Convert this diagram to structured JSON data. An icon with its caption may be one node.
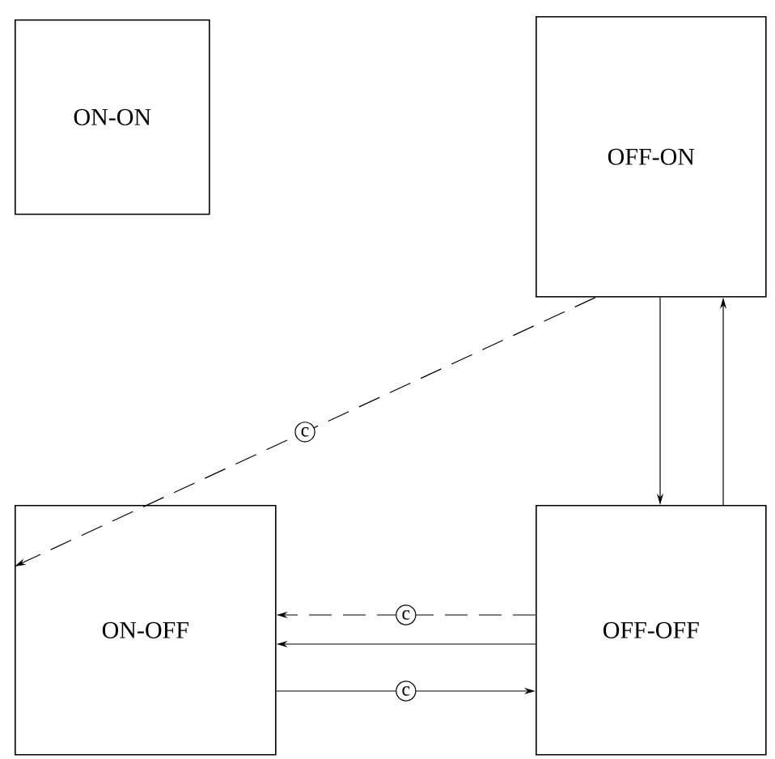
{
  "diagram": {
    "nodes": [
      {
        "text": [
          "ON-ON"
        ]
      },
      {
        "text": [
          "OFF-ON"
        ]
      },
      {
        "text": [
          "ON-OFF"
        ]
      },
      {
        "text": [
          "OFF-OFF"
        ]
      }
    ],
    "edges": [
      {
        "from": 1,
        "to": 2,
        "arrow": "to",
        "style": "dashed",
        "label": "c"
      },
      {
        "from": 1,
        "to": 3,
        "arrow": "to"
      },
      {
        "from": 3,
        "to": 1,
        "arrow": "to"
      },
      {
        "from": 3,
        "to": 2,
        "arrow": "to",
        "style": "dashed",
        "label": "c"
      },
      {
        "from": 3,
        "to": 2,
        "arrow": "to"
      },
      {
        "from": 2,
        "to": 3,
        "arrow": "to",
        "label": "c"
      }
    ]
  }
}
